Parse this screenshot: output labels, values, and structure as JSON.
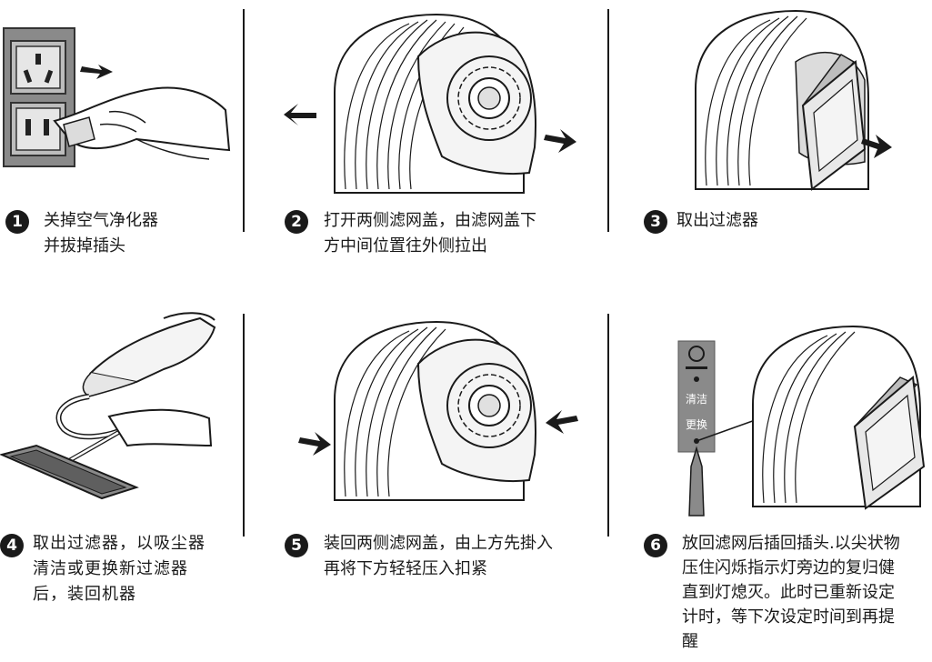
{
  "steps": [
    {
      "num": "1",
      "lines": [
        "关掉空气净化器",
        "并拔掉插头"
      ]
    },
    {
      "num": "2",
      "lines": [
        "打开两侧滤网盖，由滤网盖下",
        "方中间位置往外侧拉出"
      ]
    },
    {
      "num": "3",
      "lines": [
        "取出过滤器"
      ]
    },
    {
      "num": "4",
      "lines": [
        "取出过滤器，以吸尘器",
        "清洁或更换新过滤器",
        "后，装回机器"
      ]
    },
    {
      "num": "5",
      "lines": [
        "装回两侧滤网盖，由上方先掛入",
        "再将下方轻轻压入扣紧"
      ]
    },
    {
      "num": "6",
      "lines": [
        "放回滤网后插回插头.以尖状物",
        "压住闪烁指示灯旁边的复归健",
        "直到灯熄灭。此时已重新设定",
        "计时，等下次设定时间到再提",
        "醒"
      ]
    }
  ],
  "indicator": {
    "line1": "清洁",
    "line2": "更换"
  }
}
